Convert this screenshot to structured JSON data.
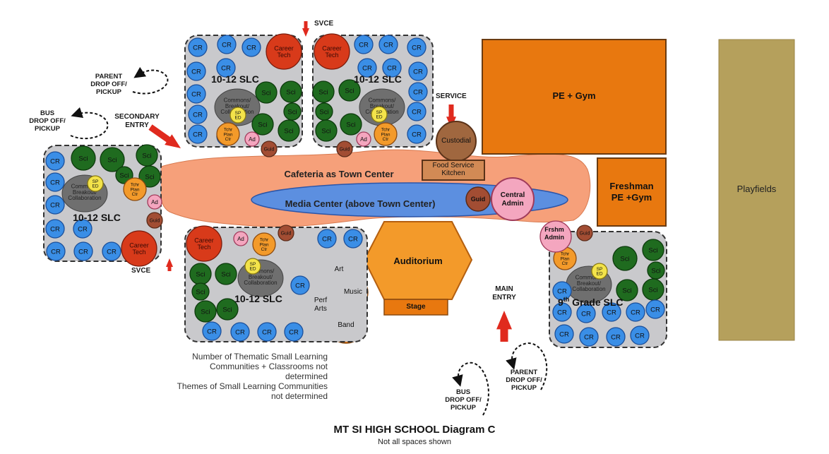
{
  "title": "MT SI HIGH SCHOOL  Diagram C",
  "subtitle": "Not all spaces shown",
  "notes": {
    "line1": "Number of Thematic Small Learning",
    "line2": "Communities + Classrooms not",
    "line3": "determined",
    "line4": "Themes of Small Learning Communities",
    "line5": "not determined"
  },
  "labels": {
    "svce_top": "SVCE",
    "svce_bottom": "SVCE",
    "service": "SERVICE",
    "secondary_entry_1": "SECONDARY",
    "secondary_entry_2": "ENTRY",
    "parent_top_1": "PARENT",
    "parent_top_2": "DROP OFF/",
    "parent_top_3": "PICKUP",
    "bus_top_1": "BUS",
    "bus_top_2": "DROP OFF/",
    "bus_top_3": "PICKUP",
    "main_entry_1": "MAIN",
    "main_entry_2": "ENTRY",
    "bus_bottom_1": "BUS",
    "bus_bottom_2": "DROP OFF/",
    "bus_bottom_3": "PICKUP",
    "parent_bottom_1": "PARENT",
    "parent_bottom_2": "DROP OFF/",
    "parent_bottom_3": "PICKUP"
  },
  "spaces": {
    "pe_gym": "PE + Gym",
    "freshman_gym_1": "Freshman",
    "freshman_gym_2": "PE +Gym",
    "playfields": "Playfields",
    "cafeteria": "Cafeteria as Town Center",
    "media_center": "Media Center (above Town Center)",
    "auditorium": "Auditorium",
    "stage": "Stage",
    "custodial": "Custodial",
    "food_service_1": "Food Service",
    "food_service_2": "Kitchen",
    "central_admin_1": "Central",
    "central_admin_2": "Admin",
    "guid": "Guid",
    "frshm_admin_1": "Frshm",
    "frshm_admin_2": "Admin",
    "art": "Art",
    "music": "Music",
    "perf_arts_1": "Perf",
    "perf_arts_2": "Arts",
    "band": "Band"
  },
  "slc": {
    "label_1012": "10-12 SLC",
    "label_9th_a": "9",
    "label_9th_sup": "th",
    "label_9th_b": " Grade SLC",
    "cr": "CR",
    "sci": "Sci",
    "career_tech_1": "Career",
    "career_tech_2": "Tech",
    "commons_1": "Commons/",
    "commons_2": "Breakout/",
    "commons_3": "Collaboration",
    "sped_1": "SP",
    "sped_2": "ED",
    "tchr_1": "Tchr",
    "tchr_2": "Plan",
    "tchr_3": "Ctr",
    "ad": "Ad",
    "guid": "Guid"
  },
  "colors": {
    "cr": "#3a8ee6",
    "sci": "#1f6b1f",
    "career": "#d83a1a",
    "commons": "#6f6f6f",
    "sped": "#f3e34a",
    "tchr": "#f39a2a",
    "ad": "#f4a6bf",
    "guid": "#a24d33",
    "gym": "#e8780f",
    "town": "#f6a07a",
    "media": "#5c8fe0",
    "playfields": "#b5a05c",
    "arrow": "#e02a1e"
  }
}
